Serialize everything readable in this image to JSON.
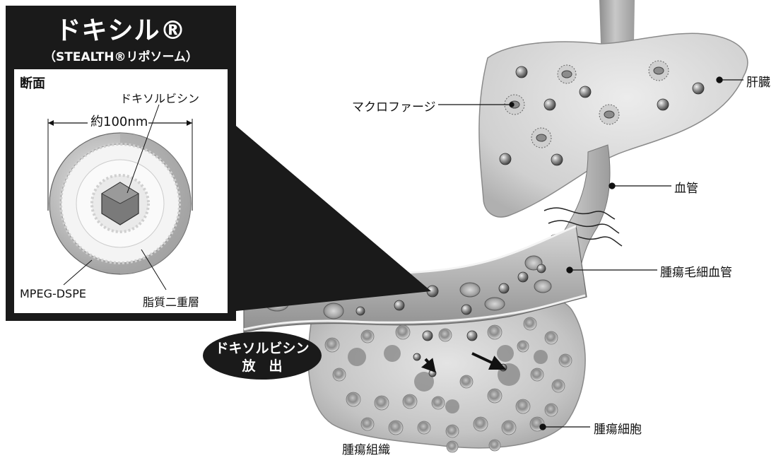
{
  "panel": {
    "title": "ドキシル®",
    "subtitle": "（STEALTH®リポソーム）",
    "section_label": "断面",
    "drug_label": "ドキソルビシン",
    "size_label": "約100nm",
    "mpeg_label": "MPEG-DSPE",
    "bilayer_label": "脂質二重層"
  },
  "labels": {
    "liver": "肝臓",
    "macrophage": "マクロファージ",
    "blood_vessel": "血管",
    "tumor_capillary": "腫瘍毛細血管",
    "tumor_cell": "腫瘍細胞",
    "tumor_tissue": "腫瘍組織"
  },
  "release": {
    "line1": "ドキソルビシン",
    "line2": "放　出"
  }
}
